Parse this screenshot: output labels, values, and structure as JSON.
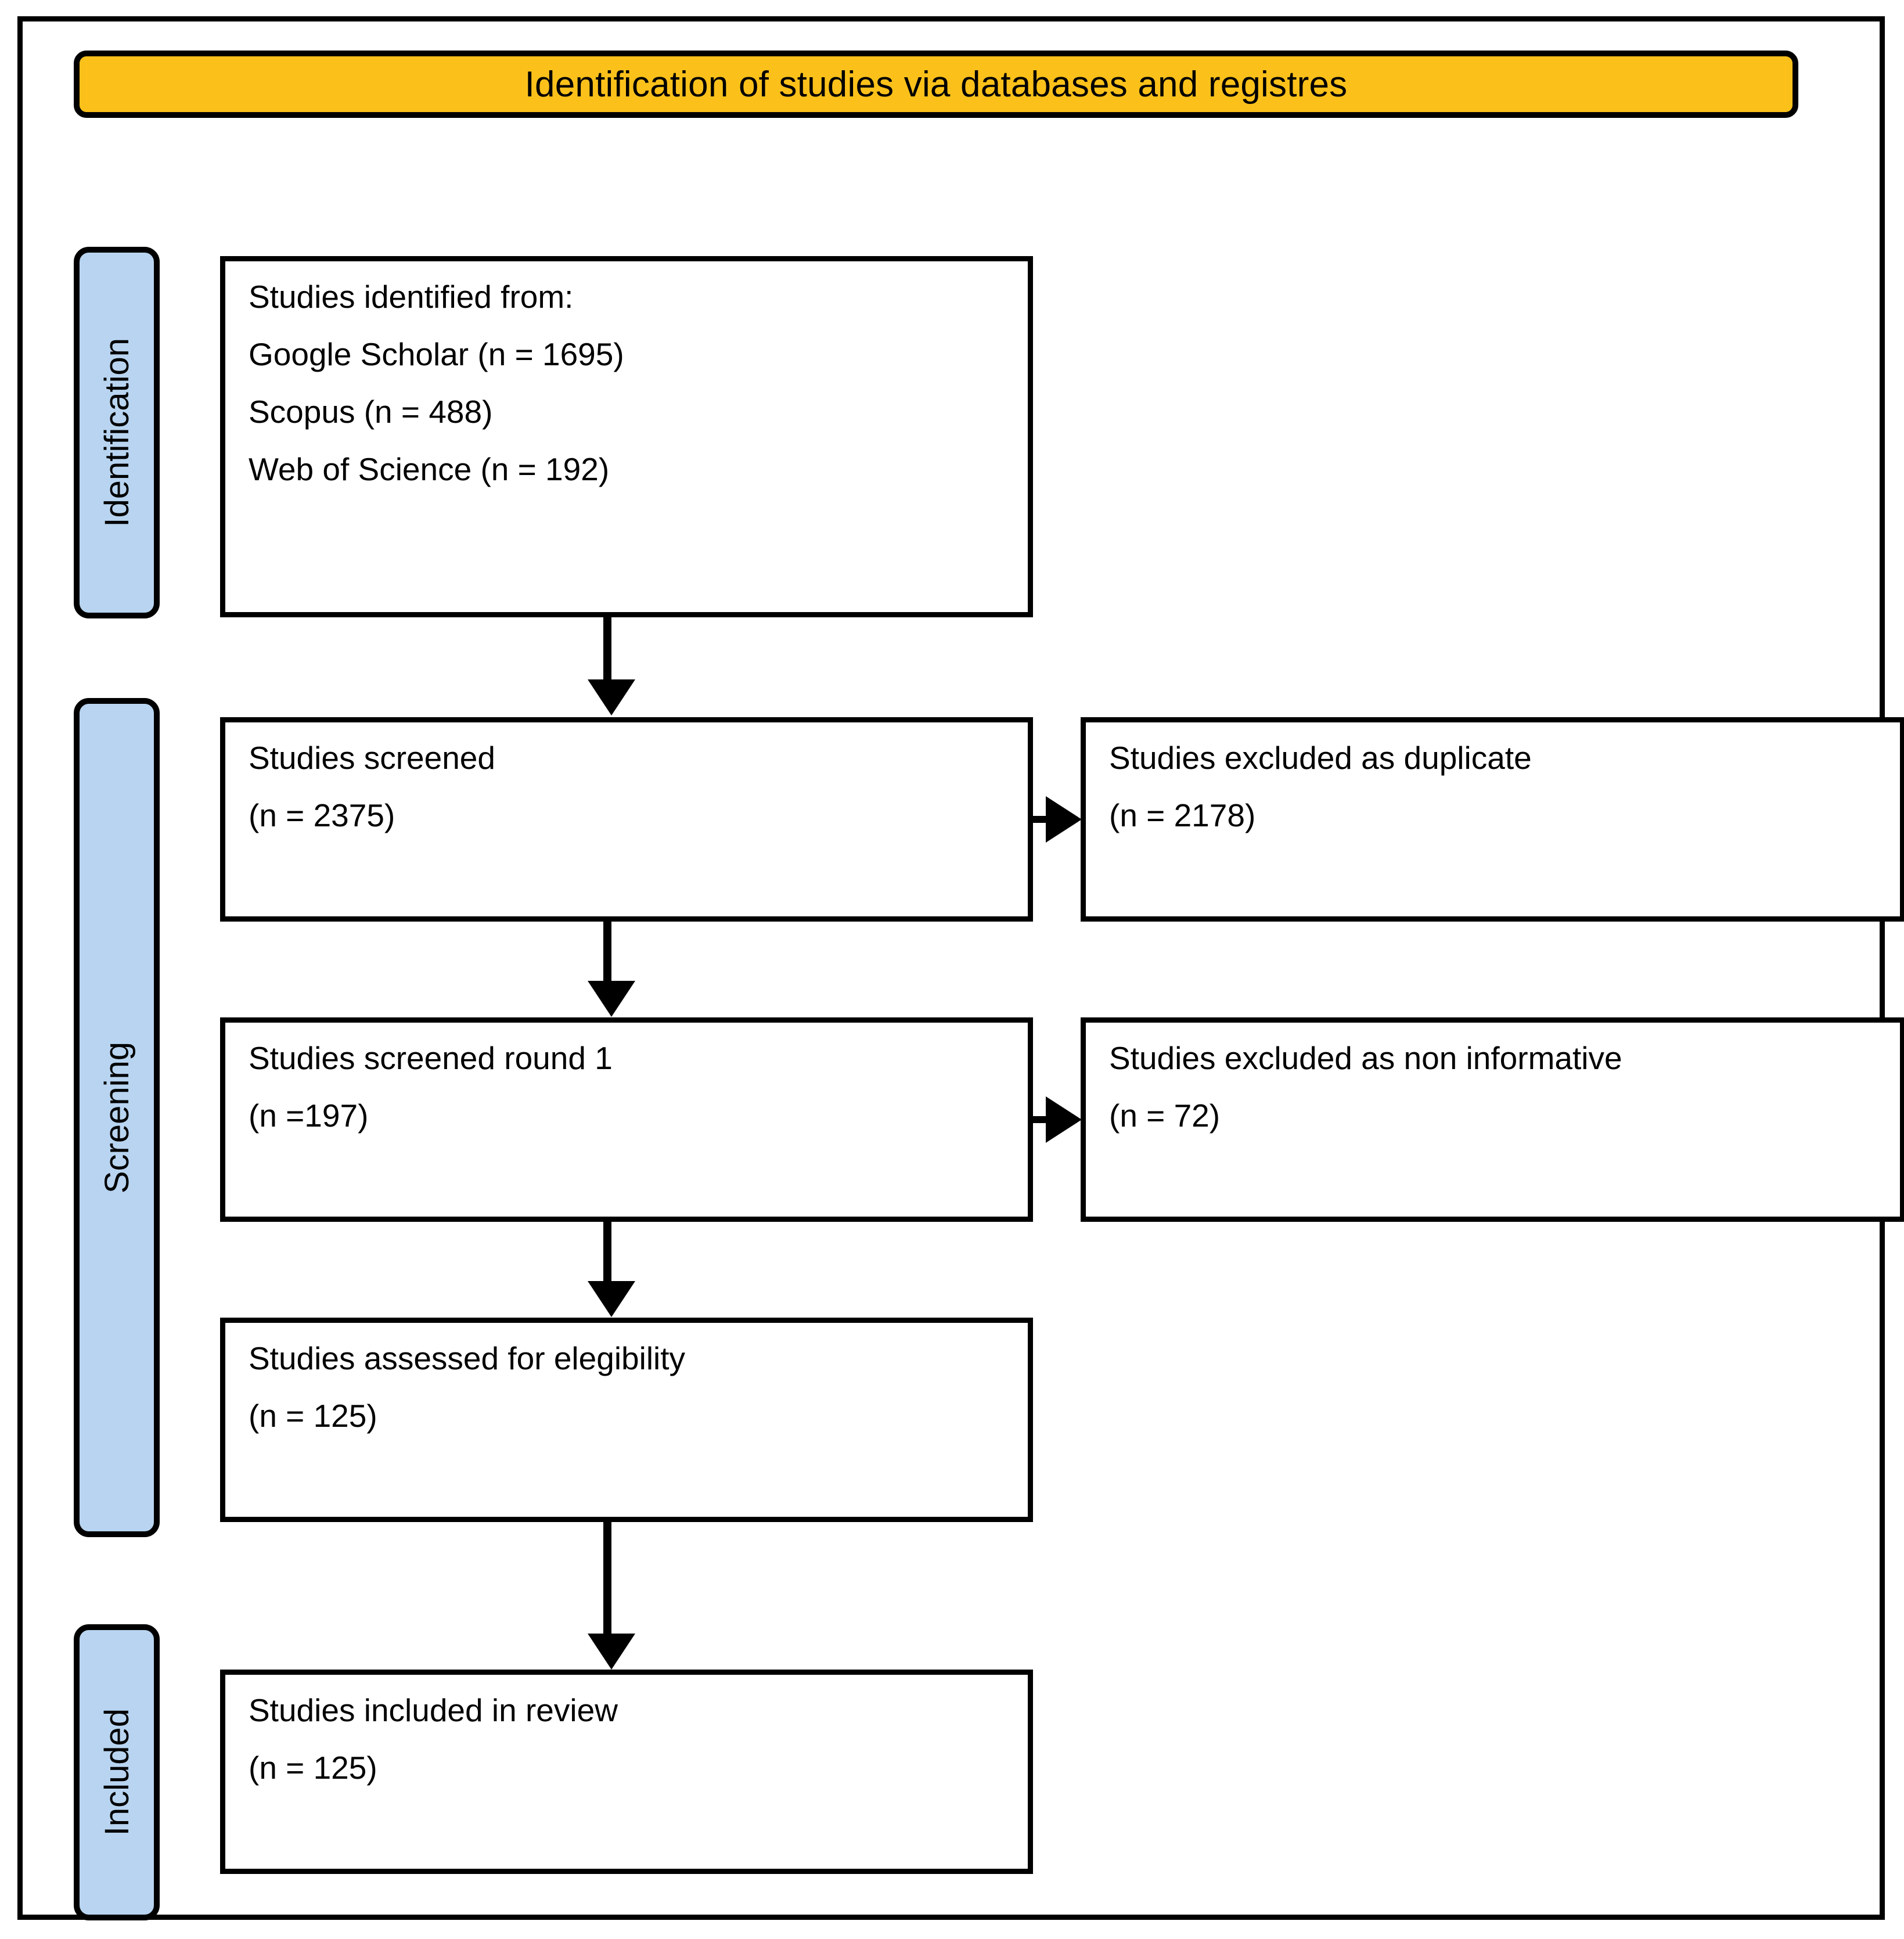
{
  "header": {
    "title": "Identification of studies via databases and registres",
    "background_color": "#FBC11A"
  },
  "stages": [
    {
      "id": "identification",
      "label": "Identification",
      "color": "#B8D4F0"
    },
    {
      "id": "screening",
      "label": "Screening",
      "color": "#B8D4F0"
    },
    {
      "id": "included",
      "label": "Included",
      "color": "#B8D4F0"
    }
  ],
  "boxes": {
    "identified": {
      "line1": "Studies identified from:",
      "line2": "Google Scholar (n = 1695)",
      "line3": "Scopus (n = 488)",
      "line4": "Web of Science (n = 192)"
    },
    "screened": {
      "line1": "Studies screened",
      "line2": "(n = 2375)"
    },
    "excluded_duplicate": {
      "line1": "Studies excluded as duplicate",
      "line2": "(n = 2178)"
    },
    "round1": {
      "line1": "Studies screened round 1",
      "line2": "(n =197)"
    },
    "excluded_noninformative": {
      "line1": "Studies excluded as non informative",
      "line2": "(n = 72)"
    },
    "eligibility": {
      "line1": "Studies assessed for elegibility",
      "line2": "(n = 125)"
    },
    "included": {
      "line1": "Studies included in review",
      "line2": "(n = 125)"
    }
  },
  "chart_data": {
    "type": "diagram",
    "title": "Identification of studies via databases and registres",
    "diagram_kind": "PRISMA flow diagram",
    "stages": [
      "Identification",
      "Screening",
      "Included"
    ],
    "nodes": [
      {
        "id": "identified",
        "stage": "Identification",
        "label": "Studies identified from:",
        "sources": [
          {
            "name": "Google Scholar",
            "n": 1695
          },
          {
            "name": "Scopus",
            "n": 488
          },
          {
            "name": "Web of Science",
            "n": 192
          }
        ]
      },
      {
        "id": "screened",
        "stage": "Screening",
        "label": "Studies screened",
        "n": 2375
      },
      {
        "id": "excluded_duplicate",
        "stage": "Screening",
        "label": "Studies excluded as duplicate",
        "n": 2178
      },
      {
        "id": "round1",
        "stage": "Screening",
        "label": "Studies screened round 1",
        "n": 197
      },
      {
        "id": "excluded_noninformative",
        "stage": "Screening",
        "label": "Studies excluded as non informative",
        "n": 72
      },
      {
        "id": "eligibility",
        "stage": "Screening",
        "label": "Studies assessed for elegibility",
        "n": 125
      },
      {
        "id": "included",
        "stage": "Included",
        "label": "Studies included in review",
        "n": 125
      }
    ],
    "edges": [
      {
        "from": "identified",
        "to": "screened",
        "direction": "down"
      },
      {
        "from": "screened",
        "to": "excluded_duplicate",
        "direction": "right"
      },
      {
        "from": "screened",
        "to": "round1",
        "direction": "down"
      },
      {
        "from": "round1",
        "to": "excluded_noninformative",
        "direction": "right"
      },
      {
        "from": "round1",
        "to": "eligibility",
        "direction": "down"
      },
      {
        "from": "eligibility",
        "to": "included",
        "direction": "down"
      }
    ]
  }
}
